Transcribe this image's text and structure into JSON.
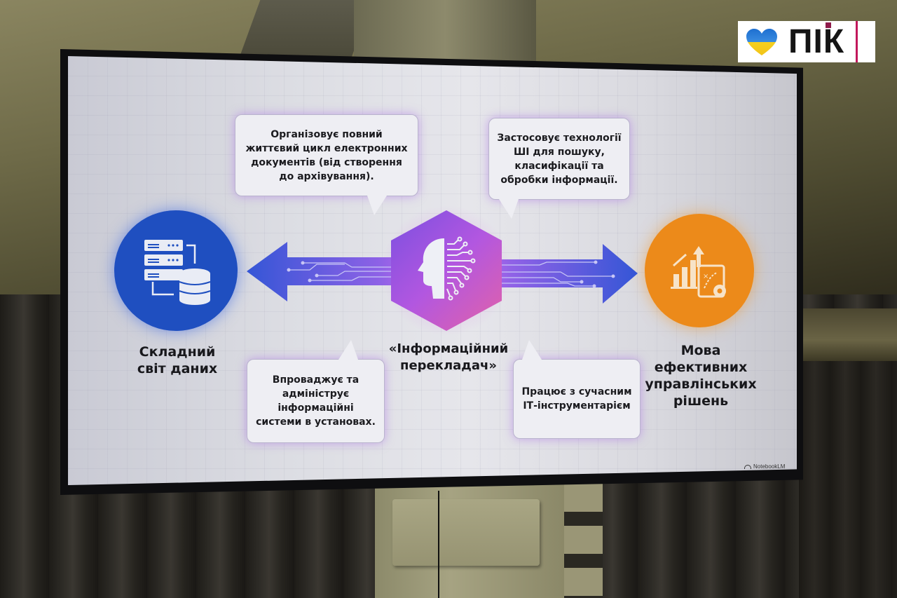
{
  "logo": {
    "text": "ПІК",
    "icon": "ukraine-heart-icon",
    "colors": {
      "heart_top": "#1e6fd0",
      "heart_bottom": "#f5d020",
      "bar": "#c2185b"
    }
  },
  "slide": {
    "left_node": {
      "label": "Складний\nсвіт даних",
      "icon": "servers-database-icon",
      "color": "#1f4fc0"
    },
    "center_node": {
      "label": "«Інформаційний\nперекладач»",
      "icon": "ai-head-circuit-icon",
      "gradient": [
        "#7b4fe0",
        "#e262a8"
      ]
    },
    "right_node": {
      "label": "Мова ефективних\nуправлінських\nрішень",
      "icon": "chart-strategy-gear-icon",
      "color": "#ec8a1a"
    },
    "bubbles": [
      {
        "position": "top-left",
        "text": "Організовує повний\nжиттєвий цикл електронних\nдокументів (від створення\nдо архівування)."
      },
      {
        "position": "top-right",
        "text": "Застосовує технології\nШІ для пошуку,\nкласифікації та\nобробки інформації."
      },
      {
        "position": "bottom-left",
        "text": "Впроваджує та\nадмініструє\nінформаційні\nсистеми в установах."
      },
      {
        "position": "bottom-right",
        "text": "Працює з сучасним\nІТ-інструментарієм"
      }
    ],
    "arrows": [
      {
        "direction": "left",
        "icon": "circuit-arrow-left-icon",
        "color": "#3d5fd8"
      },
      {
        "direction": "right",
        "icon": "circuit-arrow-right-icon",
        "color": "#3d5fd8"
      }
    ],
    "watermark": "NotebookLM"
  }
}
